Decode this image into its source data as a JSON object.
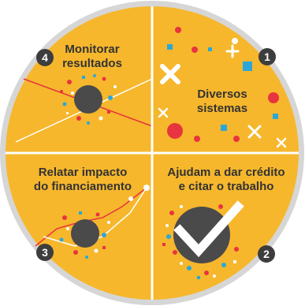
{
  "colors": {
    "background": "#ffffff",
    "outer_ring": "#d6d6d6",
    "quadrant_fill": "#f6b72c",
    "divider": "#ffffff",
    "text": "#333333",
    "badge": "#3d3d3d",
    "hub": "#4a4a4a",
    "red": "#e8343e",
    "blue": "#2aa7d8",
    "white": "#ffffff"
  },
  "quadrants": [
    {
      "id": "monitor",
      "number": "4",
      "title_lines": [
        "Monitorar",
        "resultados"
      ],
      "icon": "hub-with-crossing-lines-icon"
    },
    {
      "id": "systems",
      "number": "1",
      "title_lines": [
        "Diversos",
        "sistemas"
      ],
      "icon": "scattered-shapes-icon"
    },
    {
      "id": "report",
      "number": "3",
      "title_lines": [
        "Relatar impacto",
        "do financiamento"
      ],
      "icon": "hub-with-rising-line-icon"
    },
    {
      "id": "credit",
      "number": "2",
      "title_lines": [
        "Ajudam a dar crédito",
        "e citar o trabalho"
      ],
      "icon": "hub-with-checkmark-icon"
    }
  ]
}
